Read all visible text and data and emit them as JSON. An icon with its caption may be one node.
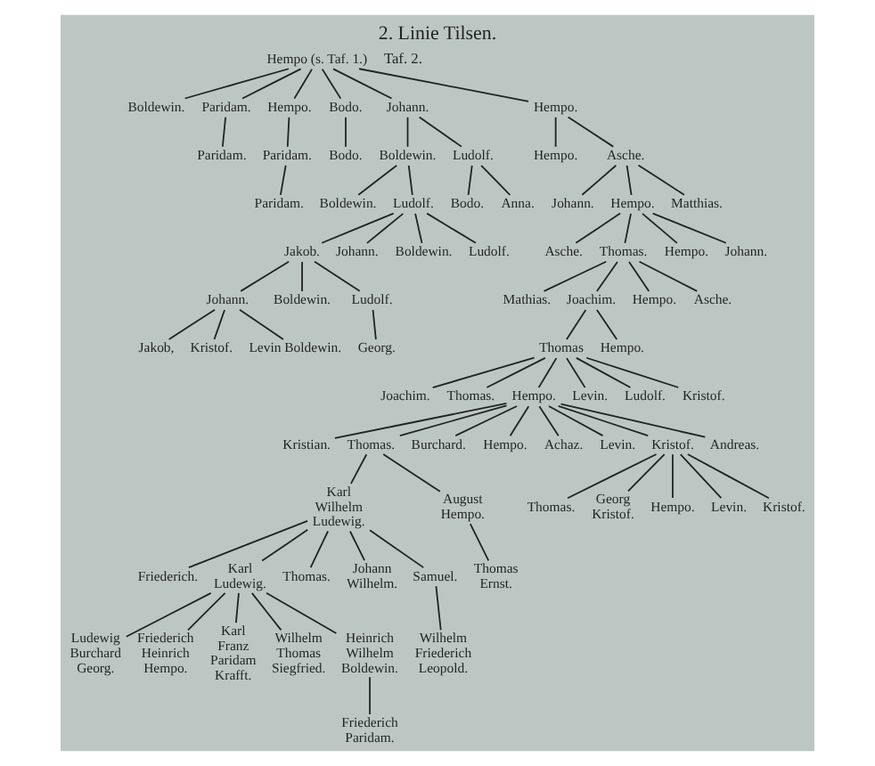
{
  "diagram": {
    "title": "2. Linie Tilsen.",
    "nodes": [
      {
        "text": [
          "Hempo (s. Taf. 1.)"
        ]
      },
      {
        "text": [
          "Boldewin."
        ]
      },
      {
        "text": [
          "Paridam."
        ]
      },
      {
        "text": [
          "Hempo."
        ]
      },
      {
        "text": [
          "Bodo."
        ]
      },
      {
        "text": [
          "Johann."
        ]
      },
      {
        "text": [
          "Hempo."
        ]
      },
      {
        "text": [
          "Paridam."
        ]
      },
      {
        "text": [
          "Paridam."
        ]
      },
      {
        "text": [
          "Bodo."
        ]
      },
      {
        "text": [
          "Boldewin."
        ]
      },
      {
        "text": [
          "Ludolf."
        ]
      },
      {
        "text": [
          "Hempo."
        ]
      },
      {
        "text": [
          "Asche."
        ]
      },
      {
        "text": [
          "Paridam."
        ]
      },
      {
        "text": [
          "Boldewin."
        ]
      },
      {
        "text": [
          "Ludolf."
        ]
      },
      {
        "text": [
          "Bodo."
        ]
      },
      {
        "text": [
          "Anna."
        ]
      },
      {
        "text": [
          "Johann."
        ]
      },
      {
        "text": [
          "Hempo."
        ]
      },
      {
        "text": [
          "Matthias."
        ]
      },
      {
        "text": [
          "Jakob."
        ]
      },
      {
        "text": [
          "Johann."
        ]
      },
      {
        "text": [
          "Boldewin."
        ]
      },
      {
        "text": [
          "Ludolf."
        ]
      },
      {
        "text": [
          "Asche."
        ]
      },
      {
        "text": [
          "Thomas."
        ]
      },
      {
        "text": [
          "Hempo."
        ]
      },
      {
        "text": [
          "Johann."
        ]
      },
      {
        "text": [
          "Johann."
        ]
      },
      {
        "text": [
          "Boldewin."
        ]
      },
      {
        "text": [
          "Ludolf."
        ]
      },
      {
        "text": [
          "Mathias."
        ]
      },
      {
        "text": [
          "Joachim."
        ]
      },
      {
        "text": [
          "Hempo."
        ]
      },
      {
        "text": [
          "Asche."
        ]
      },
      {
        "text": [
          "Jakob,"
        ]
      },
      {
        "text": [
          "Kristof."
        ]
      },
      {
        "text": [
          "Levin Boldewin."
        ]
      },
      {
        "text": [
          "Georg."
        ]
      },
      {
        "text": [
          "Thomas"
        ]
      },
      {
        "text": [
          "Hempo."
        ]
      },
      {
        "text": [
          "Joachim."
        ]
      },
      {
        "text": [
          "Thomas."
        ]
      },
      {
        "text": [
          "Hempo."
        ]
      },
      {
        "text": [
          "Levin."
        ]
      },
      {
        "text": [
          "Ludolf."
        ]
      },
      {
        "text": [
          "Kristof."
        ]
      },
      {
        "text": [
          "Kristian."
        ]
      },
      {
        "text": [
          "Thomas."
        ]
      },
      {
        "text": [
          "Burchard."
        ]
      },
      {
        "text": [
          "Hempo."
        ]
      },
      {
        "text": [
          "Achaz."
        ]
      },
      {
        "text": [
          "Levin."
        ]
      },
      {
        "text": [
          "Kristof."
        ]
      },
      {
        "text": [
          "Andreas."
        ]
      },
      {
        "text": [
          "Karl Wilhelm Ludewig."
        ]
      },
      {
        "text": [
          "August Hempo."
        ]
      },
      {
        "text": [
          "Thomas."
        ]
      },
      {
        "text": [
          "Georg Kristof."
        ]
      },
      {
        "text": [
          "Hempo."
        ]
      },
      {
        "text": [
          "Levin."
        ]
      },
      {
        "text": [
          "Kristof."
        ]
      },
      {
        "text": [
          "Friederich."
        ]
      },
      {
        "text": [
          "Karl Ludewig."
        ]
      },
      {
        "text": [
          "Thomas."
        ]
      },
      {
        "text": [
          "Johann Wilhelm."
        ]
      },
      {
        "text": [
          "Samuel."
        ]
      },
      {
        "text": [
          "Thomas Ernst."
        ]
      },
      {
        "text": [
          "Ludewig Burchard Georg."
        ]
      },
      {
        "text": [
          "Friederich Heinrich Hempo."
        ]
      },
      {
        "text": [
          "Karl Franz Paridam Krafft."
        ]
      },
      {
        "text": [
          "Wilhelm Thomas Siegfried."
        ]
      },
      {
        "text": [
          "Heinrich Wilhelm Boldewin."
        ]
      },
      {
        "text": [
          "Wilhelm Friederich Leopold."
        ]
      },
      {
        "text": [
          "Friederich Paridam."
        ]
      }
    ],
    "edges": [
      {
        "from": 0,
        "to": 1,
        "arrow": "none"
      },
      {
        "from": 0,
        "to": 2,
        "arrow": "none"
      },
      {
        "from": 0,
        "to": 3,
        "arrow": "none"
      },
      {
        "from": 0,
        "to": 4,
        "arrow": "none"
      },
      {
        "from": 0,
        "to": 5,
        "arrow": "none"
      },
      {
        "from": 0,
        "to": 6,
        "arrow": "none"
      },
      {
        "from": 2,
        "to": 7,
        "arrow": "none"
      },
      {
        "from": 3,
        "to": 8,
        "arrow": "none"
      },
      {
        "from": 4,
        "to": 9,
        "arrow": "none"
      },
      {
        "from": 5,
        "to": 10,
        "arrow": "none"
      },
      {
        "from": 5,
        "to": 11,
        "arrow": "none"
      },
      {
        "from": 6,
        "to": 12,
        "arrow": "none"
      },
      {
        "from": 6,
        "to": 13,
        "arrow": "none"
      },
      {
        "from": 8,
        "to": 14,
        "arrow": "none"
      },
      {
        "from": 10,
        "to": 15,
        "arrow": "none"
      },
      {
        "from": 10,
        "to": 16,
        "arrow": "none"
      },
      {
        "from": 11,
        "to": 17,
        "arrow": "none"
      },
      {
        "from": 11,
        "to": 18,
        "arrow": "none"
      },
      {
        "from": 13,
        "to": 19,
        "arrow": "none"
      },
      {
        "from": 13,
        "to": 20,
        "arrow": "none"
      },
      {
        "from": 13,
        "to": 21,
        "arrow": "none"
      },
      {
        "from": 16,
        "to": 22,
        "arrow": "none"
      },
      {
        "from": 16,
        "to": 23,
        "arrow": "none"
      },
      {
        "from": 16,
        "to": 24,
        "arrow": "none"
      },
      {
        "from": 16,
        "to": 25,
        "arrow": "none"
      },
      {
        "from": 20,
        "to": 26,
        "arrow": "none"
      },
      {
        "from": 20,
        "to": 27,
        "arrow": "none"
      },
      {
        "from": 20,
        "to": 28,
        "arrow": "none"
      },
      {
        "from": 20,
        "to": 29,
        "arrow": "none"
      },
      {
        "from": 22,
        "to": 30,
        "arrow": "none"
      },
      {
        "from": 22,
        "to": 31,
        "arrow": "none"
      },
      {
        "from": 22,
        "to": 32,
        "arrow": "none"
      },
      {
        "from": 27,
        "to": 33,
        "arrow": "none"
      },
      {
        "from": 27,
        "to": 34,
        "arrow": "none"
      },
      {
        "from": 27,
        "to": 35,
        "arrow": "none"
      },
      {
        "from": 27,
        "to": 36,
        "arrow": "none"
      },
      {
        "from": 30,
        "to": 37,
        "arrow": "none"
      },
      {
        "from": 30,
        "to": 38,
        "arrow": "none"
      },
      {
        "from": 30,
        "to": 39,
        "arrow": "none"
      },
      {
        "from": 32,
        "to": 40,
        "arrow": "none"
      },
      {
        "from": 34,
        "to": 41,
        "arrow": "none"
      },
      {
        "from": 34,
        "to": 42,
        "arrow": "none"
      },
      {
        "from": 41,
        "to": 43,
        "arrow": "none"
      },
      {
        "from": 41,
        "to": 44,
        "arrow": "none"
      },
      {
        "from": 41,
        "to": 45,
        "arrow": "none"
      },
      {
        "from": 41,
        "to": 46,
        "arrow": "none"
      },
      {
        "from": 41,
        "to": 47,
        "arrow": "none"
      },
      {
        "from": 41,
        "to": 48,
        "arrow": "none"
      },
      {
        "from": 45,
        "to": 49,
        "arrow": "none"
      },
      {
        "from": 45,
        "to": 50,
        "arrow": "none"
      },
      {
        "from": 45,
        "to": 51,
        "arrow": "none"
      },
      {
        "from": 45,
        "to": 52,
        "arrow": "none"
      },
      {
        "from": 45,
        "to": 53,
        "arrow": "none"
      },
      {
        "from": 45,
        "to": 54,
        "arrow": "none"
      },
      {
        "from": 45,
        "to": 55,
        "arrow": "none"
      },
      {
        "from": 45,
        "to": 56,
        "arrow": "none"
      },
      {
        "from": 50,
        "to": 57,
        "arrow": "none"
      },
      {
        "from": 50,
        "to": 58,
        "arrow": "none"
      },
      {
        "from": 55,
        "to": 59,
        "arrow": "none"
      },
      {
        "from": 55,
        "to": 60,
        "arrow": "none"
      },
      {
        "from": 55,
        "to": 61,
        "arrow": "none"
      },
      {
        "from": 55,
        "to": 62,
        "arrow": "none"
      },
      {
        "from": 55,
        "to": 63,
        "arrow": "none"
      },
      {
        "from": 57,
        "to": 64,
        "arrow": "none"
      },
      {
        "from": 57,
        "to": 65,
        "arrow": "none"
      },
      {
        "from": 57,
        "to": 66,
        "arrow": "none"
      },
      {
        "from": 57,
        "to": 67,
        "arrow": "none"
      },
      {
        "from": 57,
        "to": 68,
        "arrow": "none"
      },
      {
        "from": 58,
        "to": 69,
        "arrow": "none"
      },
      {
        "from": 65,
        "to": 70,
        "arrow": "none"
      },
      {
        "from": 65,
        "to": 71,
        "arrow": "none"
      },
      {
        "from": 65,
        "to": 72,
        "arrow": "none"
      },
      {
        "from": 65,
        "to": 73,
        "arrow": "none"
      },
      {
        "from": 65,
        "to": 74,
        "arrow": "none"
      },
      {
        "from": 68,
        "to": 75,
        "arrow": "none"
      },
      {
        "from": 74,
        "to": 76,
        "arrow": "none"
      }
    ],
    "labels": [
      "Taf. 2."
    ]
  }
}
